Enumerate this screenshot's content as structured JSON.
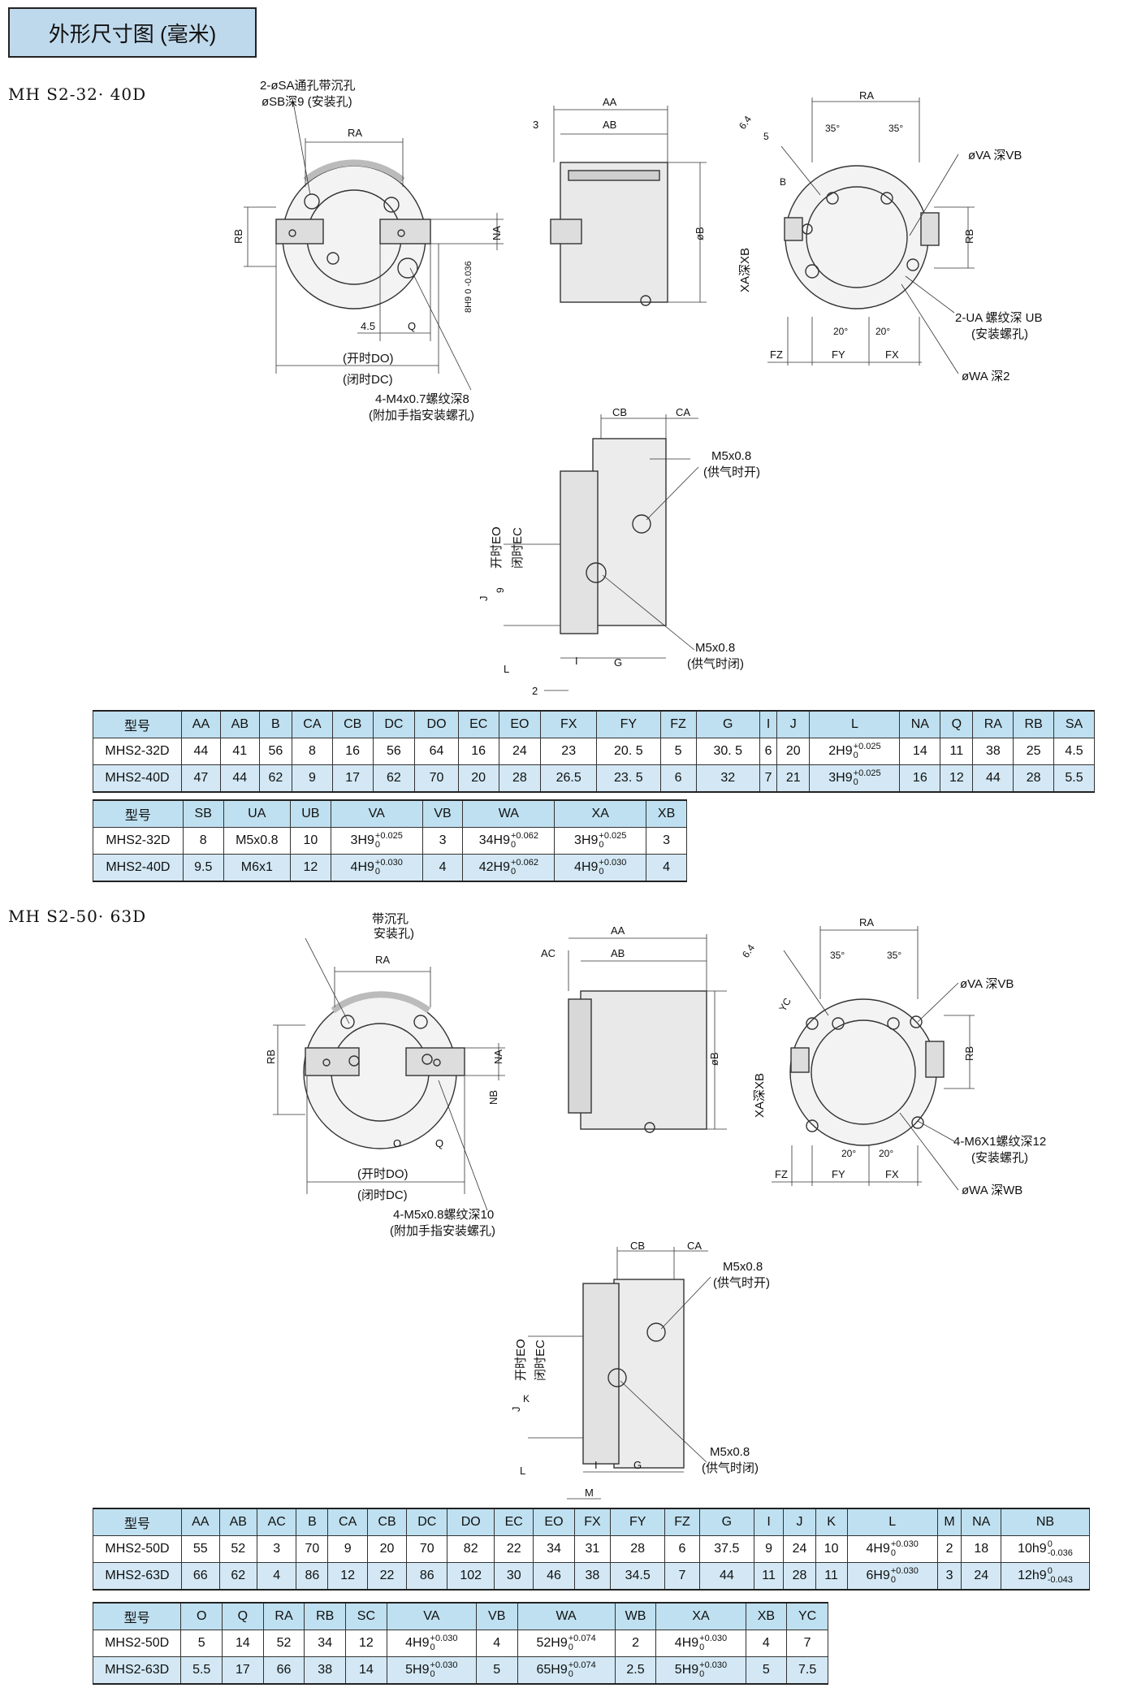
{
  "page_title": "外形尺寸图 (毫米)",
  "section1": {
    "series_label": "MH S2-32· 40D",
    "callouts": {
      "sa": "2-øSA通孔带沉孔",
      "sb": "øSB深9 (安装孔)",
      "ra": "RA",
      "rb": "RB",
      "na": "NA",
      "b8": "8H9 0 -0.036",
      "d45": "4.5",
      "q": "Q",
      "do": "(开时DO)",
      "dc": "(闭时DC)",
      "m4": "4-M4x0.7螺纹深8",
      "m4sub": "(附加手指安装螺孔)",
      "aa": "AA",
      "ab": "AB",
      "three": "3",
      "ob": "øB",
      "va": "øVA 深VB",
      "ua": "2-UA 螺纹深 UB",
      "uasub": "(安装螺孔)",
      "wa": "øWA 深2",
      "xa": "XA深XB",
      "fz": "FZ",
      "fy": "FY",
      "fx": "FX",
      "d64": "6.4",
      "d5": "5",
      "d35a": "35°",
      "d35b": "35°",
      "d20a": "20°",
      "d20b": "20°",
      "b": "B",
      "cb": "CB",
      "ca": "CA",
      "m5open": "M5x0.8",
      "m5opensub": "(供气时开)",
      "m5close": "M5x0.8",
      "m5closesub": "(供气时闭)",
      "eo": "开时EO",
      "ec": "闭时EC",
      "j": "J",
      "nine": "9",
      "l": "L",
      "i": "I",
      "g": "G",
      "two": "2"
    },
    "table1": {
      "headers": [
        "型号",
        "AA",
        "AB",
        "B",
        "CA",
        "CB",
        "DC",
        "DO",
        "EC",
        "EO",
        "FX",
        "FY",
        "FZ",
        "G",
        "I",
        "J",
        "L",
        "NA",
        "Q",
        "RA",
        "RB",
        "SA"
      ],
      "rows": [
        {
          "model": "MHS2-32D",
          "cells": [
            "44",
            "41",
            "56",
            "8",
            "16",
            "56",
            "64",
            "16",
            "24",
            "23",
            "20. 5",
            "5",
            "30. 5",
            "6",
            "20"
          ],
          "l_base": "2H9",
          "l_up": "+0.025",
          "l_low": "0",
          "tail": [
            "14",
            "11",
            "38",
            "25",
            "4.5"
          ]
        },
        {
          "model": "MHS2-40D",
          "cells": [
            "47",
            "44",
            "62",
            "9",
            "17",
            "62",
            "70",
            "20",
            "28",
            "26.5",
            "23. 5",
            "6",
            "32",
            "7",
            "21"
          ],
          "l_base": "3H9",
          "l_up": "+0.025",
          "l_low": "0",
          "tail": [
            "16",
            "12",
            "44",
            "28",
            "5.5"
          ]
        }
      ]
    },
    "table2": {
      "headers": [
        "型号",
        "SB",
        "UA",
        "UB",
        "VA",
        "VB",
        "WA",
        "XA",
        "XB"
      ],
      "rows": [
        {
          "model": "MHS2-32D",
          "sb": "8",
          "ua": "M5x0.8",
          "ub": "10",
          "va_base": "3H9",
          "va_up": "+0.025",
          "va_low": "0",
          "vb": "3",
          "wa_base": "34H9",
          "wa_up": "+0.062",
          "wa_low": "0",
          "xa_base": "3H9",
          "xa_up": "+0.025",
          "xa_low": "0",
          "xb": "3"
        },
        {
          "model": "MHS2-40D",
          "sb": "9.5",
          "ua": "M6x1",
          "ub": "12",
          "va_base": "4H9",
          "va_up": "+0.030",
          "va_low": "0",
          "vb": "4",
          "wa_base": "42H9",
          "wa_up": "+0.062",
          "wa_low": "0",
          "xa_base": "4H9",
          "xa_up": "+0.030",
          "xa_low": "0",
          "xb": "4"
        }
      ]
    }
  },
  "section2": {
    "series_label": "MH S2-50· 63D",
    "callouts": {
      "sa": "带沉孔",
      "sb": "安装孔)",
      "ra": "RA",
      "rb": "RB",
      "na": "NA",
      "nb": "NB",
      "o": "O",
      "q": "Q",
      "do": "(开时DO)",
      "dc": "(闭时DC)",
      "m5": "4-M5x0.8螺纹深10",
      "m5sub": "(附加手指安装螺孔)",
      "aa": "AA",
      "ab": "AB",
      "ac": "AC",
      "ob": "øB",
      "va": "øVA 深VB",
      "m6": "4-M6X1螺纹深12",
      "m6sub": "(安装螺孔)",
      "wa": "øWA 深WB",
      "xa": "XA深XB",
      "fz": "FZ",
      "fy": "FY",
      "fx": "FX",
      "d64": "6.4",
      "d35a": "35°",
      "d35b": "35°",
      "d20a": "20°",
      "d20b": "20°",
      "yc": "YC",
      "cb": "CB",
      "ca": "CA",
      "m5open": "M5x0.8",
      "m5opensub": "(供气时开)",
      "m5close": "M5x0.8",
      "m5closesub": "(供气时闭)",
      "eo": "开时EO",
      "ec": "闭时EC",
      "j": "J",
      "k": "K",
      "l": "L",
      "i": "I",
      "g": "G",
      "m": "M"
    },
    "table3": {
      "headers": [
        "型号",
        "AA",
        "AB",
        "AC",
        "B",
        "CA",
        "CB",
        "DC",
        "DO",
        "EC",
        "EO",
        "FX",
        "FY",
        "FZ",
        "G",
        "I",
        "J",
        "K",
        "L",
        "M",
        "NA",
        "NB"
      ],
      "rows": [
        {
          "model": "MHS2-50D",
          "cells": [
            "55",
            "52",
            "3",
            "70",
            "9",
            "20",
            "70",
            "82",
            "22",
            "34",
            "31",
            "28",
            "6",
            "37.5",
            "9",
            "24",
            "10"
          ],
          "l_base": "4H9",
          "l_up": "+0.030",
          "l_low": "0",
          "m": "2",
          "na": "18",
          "nb_base": "10h9",
          "nb_up": "0",
          "nb_low": "-0.036"
        },
        {
          "model": "MHS2-63D",
          "cells": [
            "66",
            "62",
            "4",
            "86",
            "12",
            "22",
            "86",
            "102",
            "30",
            "46",
            "38",
            "34.5",
            "7",
            "44",
            "11",
            "28",
            "11"
          ],
          "l_base": "6H9",
          "l_up": "+0.030",
          "l_low": "0",
          "m": "3",
          "na": "24",
          "nb_base": "12h9",
          "nb_up": "0",
          "nb_low": "-0.043"
        }
      ]
    },
    "table4": {
      "headers": [
        "型号",
        "O",
        "Q",
        "RA",
        "RB",
        "SC",
        "VA",
        "VB",
        "WA",
        "WB",
        "XA",
        "XB",
        "YC"
      ],
      "rows": [
        {
          "model": "MHS2-50D",
          "o": "5",
          "q": "14",
          "ra": "52",
          "rb": "34",
          "sc": "12",
          "va_base": "4H9",
          "va_up": "+0.030",
          "va_low": "0",
          "vb": "4",
          "wa_base": "52H9",
          "wa_up": "+0.074",
          "wa_low": "0",
          "wb": "2",
          "xa_base": "4H9",
          "xa_up": "+0.030",
          "xa_low": "0",
          "xb": "4",
          "yc": "7"
        },
        {
          "model": "MHS2-63D",
          "o": "5.5",
          "q": "17",
          "ra": "66",
          "rb": "38",
          "sc": "14",
          "va_base": "5H9",
          "va_up": "+0.030",
          "va_low": "0",
          "vb": "5",
          "wa_base": "65H9",
          "wa_up": "+0.074",
          "wa_low": "0",
          "wb": "2.5",
          "xa_base": "5H9",
          "xa_up": "+0.030",
          "xa_low": "0",
          "xb": "5",
          "yc": "7.5"
        }
      ]
    }
  }
}
